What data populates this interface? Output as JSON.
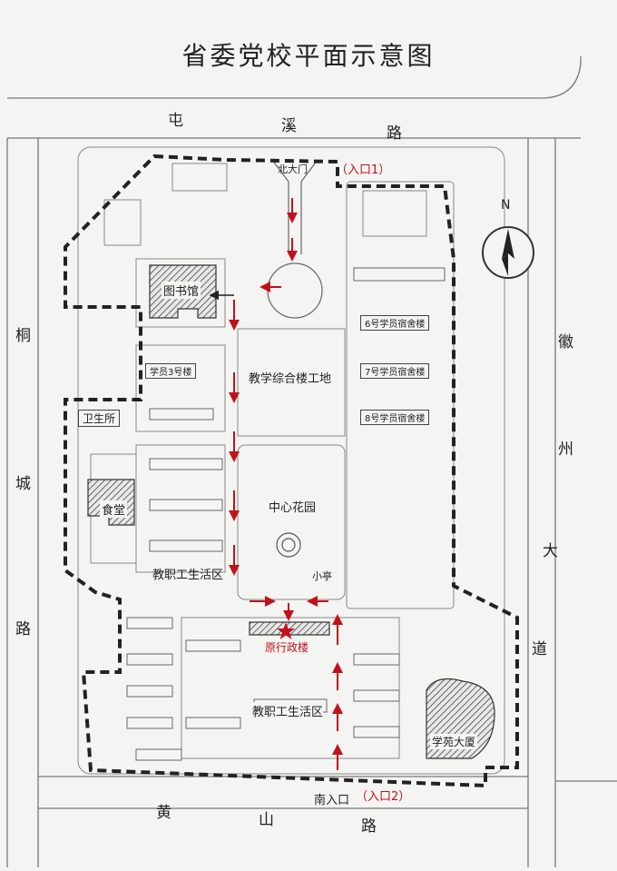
{
  "title": "省委党校平面示意图",
  "roads": {
    "north": [
      "屯",
      "溪",
      "路"
    ],
    "west": [
      "桐",
      "城",
      "路"
    ],
    "east": [
      "徽",
      "州",
      "大",
      "道"
    ],
    "south": [
      "黄",
      "山",
      "路"
    ]
  },
  "compass": "N",
  "gates": {
    "north_gate": "北大门",
    "north_entry": "（入口1）",
    "south_gate": "南入口",
    "south_entry": "（入口2）"
  },
  "buildings": {
    "library": "图书馆",
    "teaching_site": "教学综合楼工地",
    "center_garden": "中心花园",
    "student_3": "学员3号楼",
    "dorm_6": "6号学员宿舍楼",
    "dorm_7": "7号学员宿舍楼",
    "dorm_8": "8号学员宿舍楼",
    "clinic": "卫生所",
    "canteen": "食堂",
    "staff_area_1": "教职工生活区",
    "staff_area_2": "教职工生活区",
    "pavilion": "小亭",
    "admin_old": "原行政楼",
    "xueyuan": "学苑大厦"
  },
  "colors": {
    "route": "#c0121b",
    "boundary": "#222222",
    "hatch": "#555555"
  }
}
